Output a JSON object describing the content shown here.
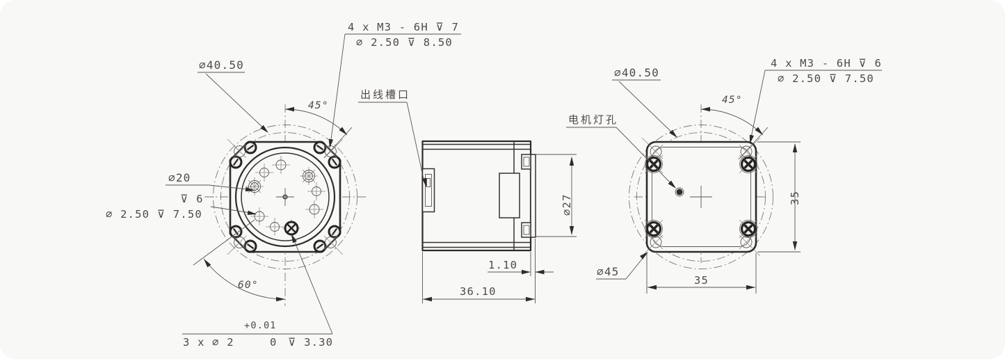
{
  "colors": {
    "panel_bg": "#f8f8f7",
    "line": "#2e2c2a",
    "thin_line": "#5a554f",
    "text": "#4f4a45"
  },
  "front_view": {
    "corner_tap_callout_line1": "4 x M3 - 6H ⊽ 7",
    "corner_tap_callout_line2": "⌀ 2.50 ⊽ 8.50",
    "bolt_circle_dia": "⌀40.50",
    "angle_top": "45°",
    "pilot_dia": "⌀20",
    "tap_callout_line1": "⊽ 6",
    "tap_callout_line2": "⌀ 2.50 ⊽ 7.50",
    "angle_bottom": "60°",
    "hole_callout_prefix": "3 x ⌀ 2",
    "hole_callout_nominal": "0",
    "hole_callout_tolerance": "+0.01",
    "hole_callout_depth": "⊽ 3.30"
  },
  "side_view": {
    "wire_slot_label": "出线槽口",
    "rear_plate_thickness": "1.10",
    "total_length": "36.10",
    "boss_dia": "⌀27"
  },
  "rear_view": {
    "light_hole_label": "电机灯孔",
    "bolt_circle_dia": "⌀40.50",
    "angle_top": "45°",
    "corner_tap_callout_line1": "4 x M3 - 6H ⊽ 6",
    "corner_tap_callout_line2": "⌀ 2.50 ⊽ 7.50",
    "height_dim": "35",
    "width_dim": "35",
    "outer_dia": "⌀45"
  }
}
